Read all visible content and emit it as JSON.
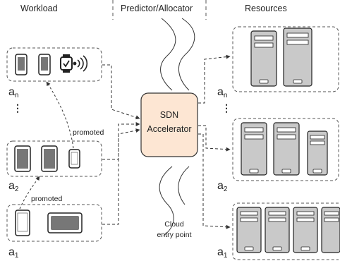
{
  "headers": {
    "workload": "Workload",
    "predictor": "Predictor/Allocator",
    "resources": "Resources"
  },
  "sdn": {
    "line1": "SDN",
    "line2": "Accelerator"
  },
  "cloud_entry": {
    "line1": "Cloud",
    "line2": "entry point"
  },
  "labels": {
    "an": {
      "base": "a",
      "sub": "n"
    },
    "a2": {
      "base": "a",
      "sub": "2"
    },
    "a1": {
      "base": "a",
      "sub": "1"
    }
  },
  "promoted": "promoted",
  "ellipsis": "⋮",
  "icons": [
    "phone-icon",
    "tablet-icon",
    "smartwatch-icon",
    "wifi-icon",
    "laptop-icon",
    "server-icon",
    "cloud-icon"
  ],
  "colors": {
    "accelerator_fill": "#fde6d3",
    "server_fill": "#c9c9c9",
    "line": "#333333"
  }
}
